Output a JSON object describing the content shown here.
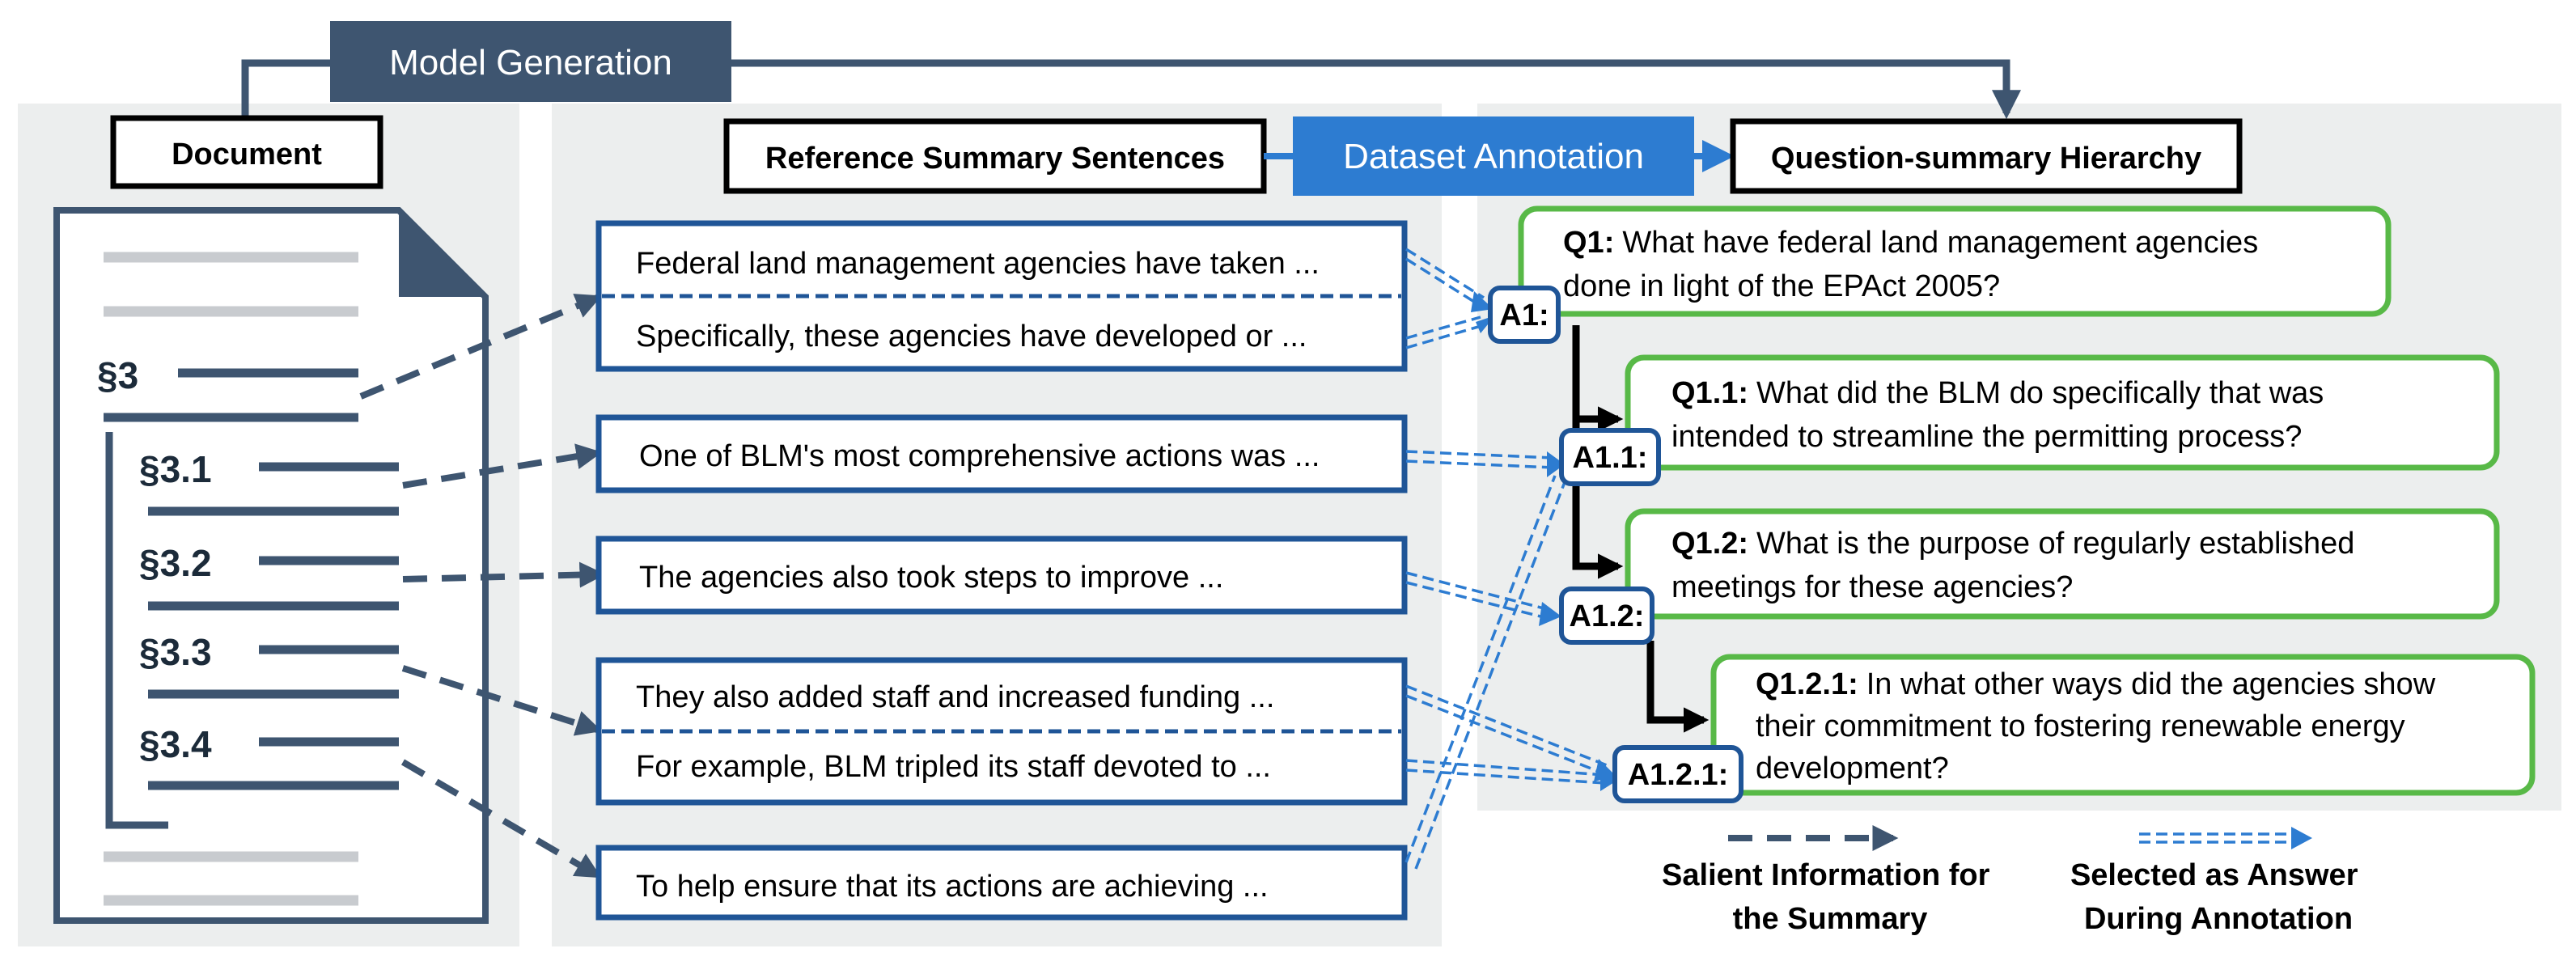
{
  "colors": {
    "navy": "#3e5570",
    "blue_box_border": "#1f5597",
    "annotation_blue": "#2d7cd1",
    "green": "#58b947",
    "panel_gray": "#eceeee"
  },
  "header": {
    "model_generation": "Model Generation",
    "dataset_annotation": "Dataset Annotation"
  },
  "document": {
    "title": "Document",
    "sections": [
      "§3",
      "§3.1",
      "§3.2",
      "§3.3",
      "§3.4"
    ]
  },
  "reference": {
    "title": "Reference Summary Sentences",
    "sentences": [
      "Federal land management agencies have taken ...",
      "Specifically, these agencies have developed or ...",
      "One of BLM's most comprehensive actions was ...",
      "The agencies also took steps to improve ...",
      "They also added staff and increased funding ...",
      "For example, BLM tripled its staff devoted to ...",
      "To help ensure that its actions are achieving ..."
    ]
  },
  "hierarchy": {
    "title": "Question-summary Hierarchy",
    "questions": [
      {
        "id": "Q1:",
        "text_lines": [
          "What have federal land management agencies",
          "done in light of the EPAct 2005?"
        ]
      },
      {
        "id": "Q1.1:",
        "text_lines": [
          "What did the BLM do specifically that was",
          "intended to streamline the permitting process?"
        ]
      },
      {
        "id": "Q1.2:",
        "text_lines": [
          "What is the purpose of regularly established",
          "meetings for these agencies?"
        ]
      },
      {
        "id": "Q1.2.1:",
        "text_lines": [
          "In what other ways did the agencies show",
          "their commitment to fostering renewable energy",
          "development?"
        ]
      }
    ],
    "answers": [
      "A1:",
      "A1.1:",
      "A1.2:",
      "A1.2.1:"
    ]
  },
  "legend": {
    "salient": [
      "Salient Information for",
      "the Summary"
    ],
    "selected": [
      "Selected as Answer",
      "During Annotation"
    ]
  }
}
